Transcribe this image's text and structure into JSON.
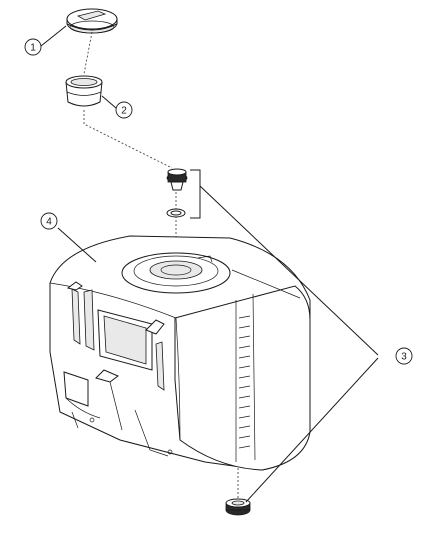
{
  "callouts": [
    {
      "id": "1",
      "label": "1"
    },
    {
      "id": "2",
      "label": "2"
    },
    {
      "id": "3",
      "label": "3"
    },
    {
      "id": "4",
      "label": "4"
    }
  ],
  "colors": {
    "line": "#1a1a1a",
    "fill": "#ffffff",
    "shade": "#e9e9e9"
  }
}
